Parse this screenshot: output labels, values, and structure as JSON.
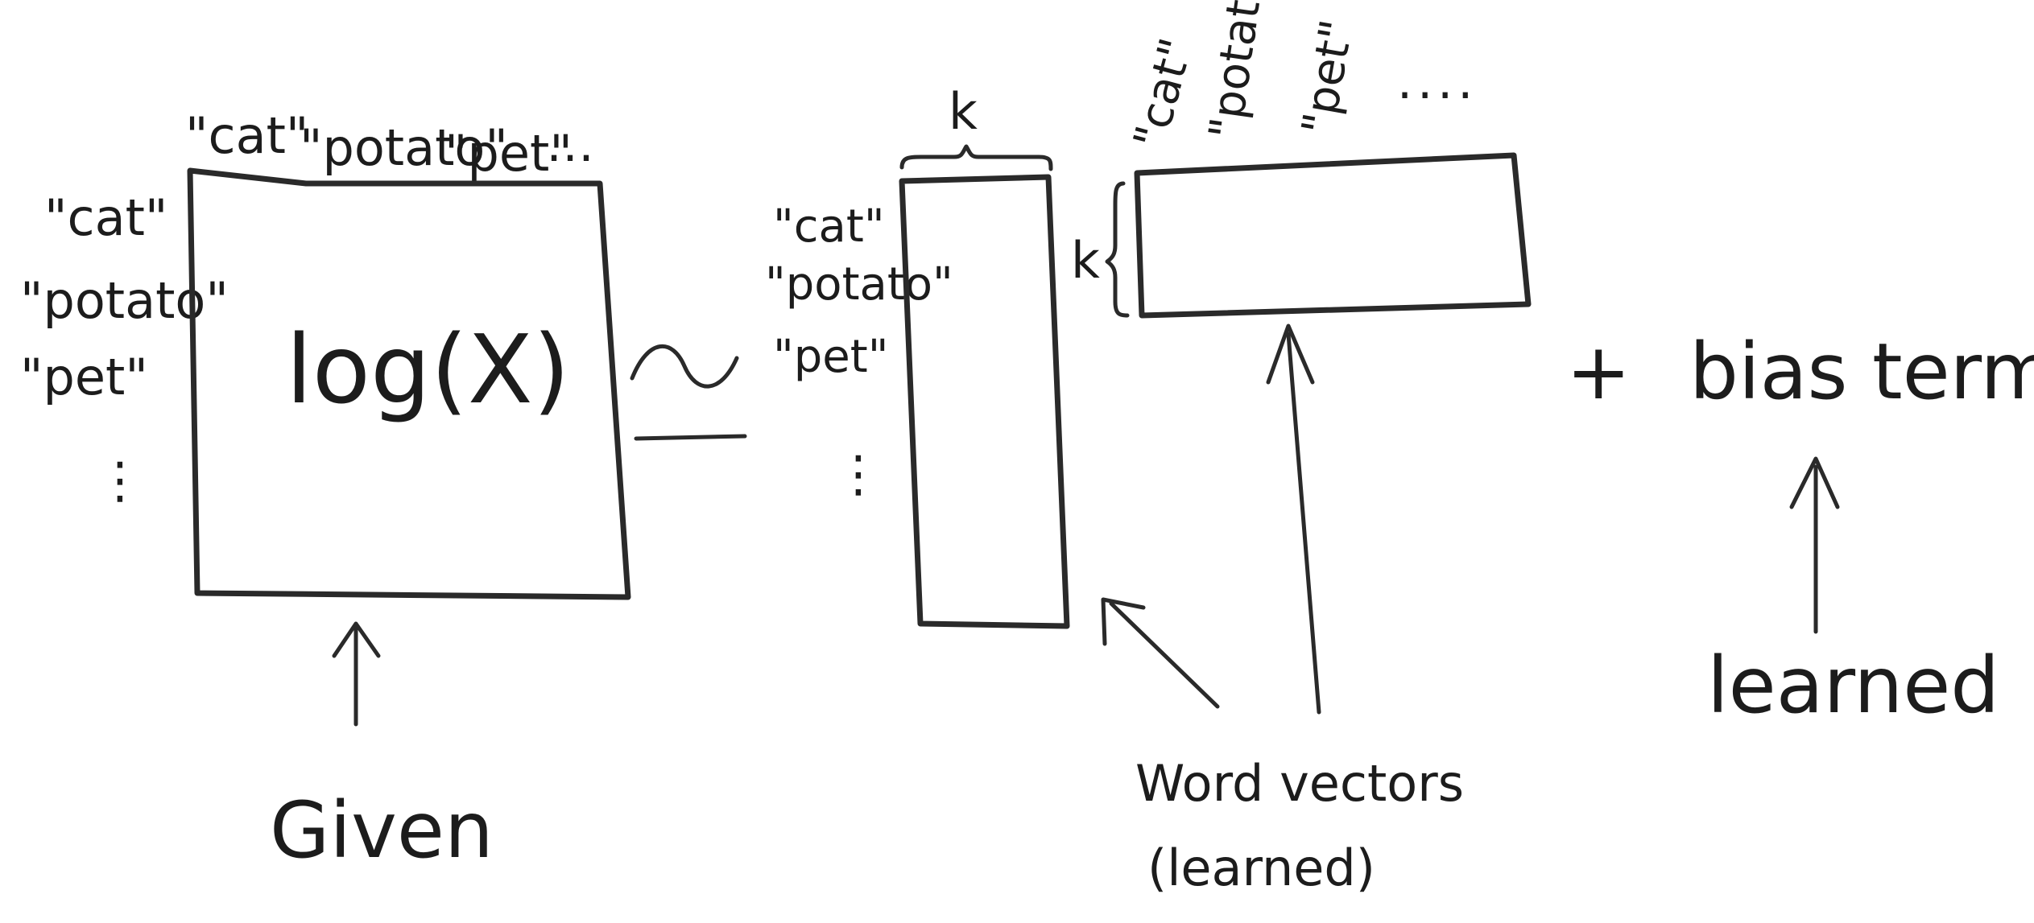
{
  "vocab": [
    "\"cat\"",
    "\"potato\"",
    "\"pet\""
  ],
  "ellipsis_h": "…",
  "ellipsis_h_top": "....",
  "ellipsis_v": "⋮",
  "matrix": {
    "label": "log(X)",
    "given_label": "Given"
  },
  "approx_symbol": "≃",
  "dimension_label": "k",
  "word_vectors_label": [
    "Word vectors",
    "(learned)"
  ],
  "plus_symbol": "+",
  "bias_label": "bias terms",
  "bias_learned_label": "learned"
}
